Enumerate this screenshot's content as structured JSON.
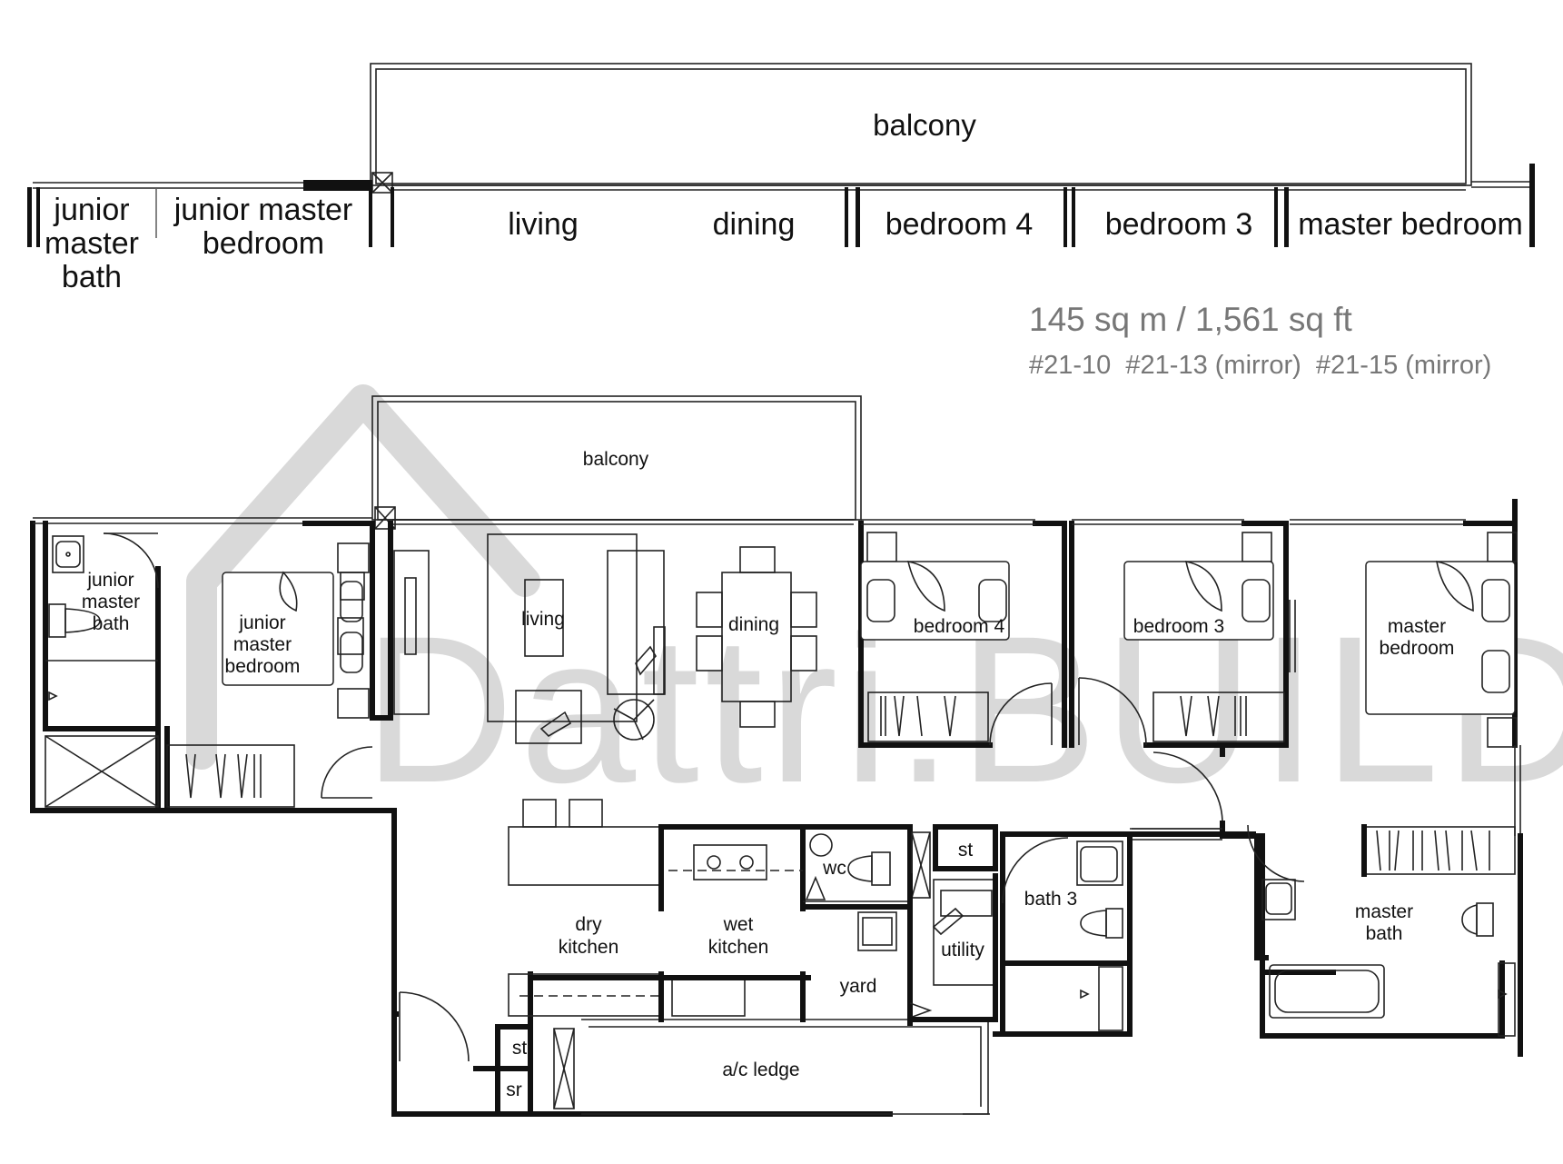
{
  "elevation": {
    "balcony": "balcony",
    "rooms": [
      "junior master bath",
      "junior master bedroom",
      "living",
      "dining",
      "bedroom 4",
      "bedroom 3",
      "master bedroom"
    ],
    "jmb_lines": [
      "junior",
      "master",
      "bath"
    ],
    "jmbed_lines": [
      "junior master",
      "bedroom"
    ]
  },
  "unit_info": {
    "area": "145 sq m / 1,561 sq ft",
    "units": "#21-10  #21-13 (mirror)  #21-15 (mirror)"
  },
  "watermark": "Dattri.BUILD",
  "plan": {
    "balcony": "balcony",
    "jmbath": [
      "junior",
      "master",
      "bath"
    ],
    "jmbed": [
      "junior",
      "master",
      "bedroom"
    ],
    "living": "living",
    "dining": "dining",
    "bedroom4": "bedroom 4",
    "bedroom3": "bedroom 3",
    "master_bedroom": [
      "master",
      "bedroom"
    ],
    "wc": "wc",
    "st_upper": "st",
    "bath3": "bath 3",
    "utility": "utility",
    "yard": "yard",
    "dry_kitchen": [
      "dry",
      "kitchen"
    ],
    "wet_kitchen": [
      "wet",
      "kitchen"
    ],
    "master_bath": [
      "master",
      "bath"
    ],
    "ac_ledge": "a/c ledge",
    "st_lower": "st",
    "sr": "sr"
  }
}
